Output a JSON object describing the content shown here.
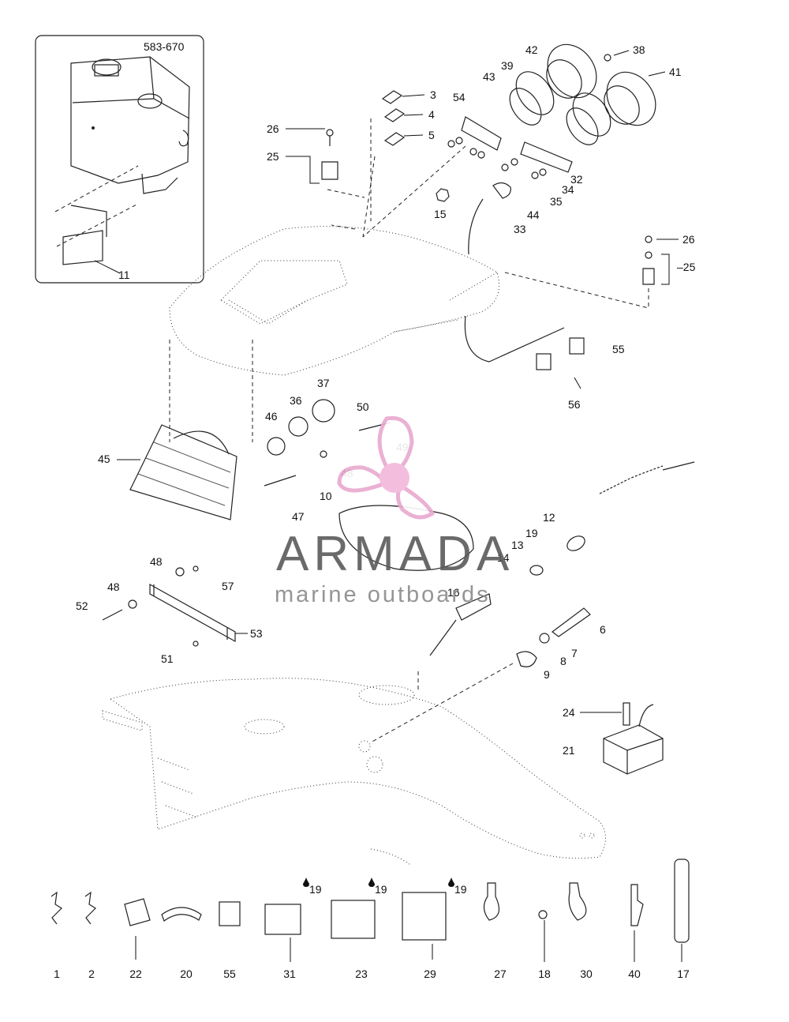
{
  "inset": {
    "code": "583-670",
    "label": "11"
  },
  "callouts": {
    "c38": "38",
    "c41": "41",
    "c42": "42",
    "c39": "39",
    "c43": "43",
    "c3": "3",
    "c4": "4",
    "c5": "5",
    "c54": "54",
    "c26a": "26",
    "c25a": "25",
    "c32": "32",
    "c34": "34",
    "c35": "35",
    "c15": "15",
    "c44": "44",
    "c33": "33",
    "c26b": "26",
    "c25b": "–25",
    "c55a": "55",
    "c56": "56",
    "c37": "37",
    "c36": "36",
    "c46": "46",
    "c50": "50",
    "c49": "49",
    "c45": "45",
    "c48a": "48",
    "c10": "10",
    "c47": "47",
    "c12": "12",
    "c19a": "19",
    "c13": "13",
    "c14": "14",
    "c16": "16",
    "c6": "6",
    "c7": "7",
    "c8": "8",
    "c9": "9",
    "c48b": "48",
    "c57": "57",
    "c48c": "48",
    "c52": "52",
    "c53": "53",
    "c51": "51",
    "c24": "24",
    "c21": "21"
  },
  "bottom_row": [
    {
      "id": "b1",
      "label": "1"
    },
    {
      "id": "b2",
      "label": "2"
    },
    {
      "id": "b22",
      "label": "22"
    },
    {
      "id": "b20",
      "label": "20"
    },
    {
      "id": "b55",
      "label": "55"
    },
    {
      "id": "b31",
      "label": "31",
      "note": "19"
    },
    {
      "id": "b23",
      "label": "23",
      "note": "19"
    },
    {
      "id": "b29",
      "label": "29",
      "note": "19"
    },
    {
      "id": "b27",
      "label": "27"
    },
    {
      "id": "b18",
      "label": "18"
    },
    {
      "id": "b30",
      "label": "30"
    },
    {
      "id": "b40",
      "label": "40"
    },
    {
      "id": "b17",
      "label": "17"
    }
  ],
  "watermark": {
    "brand": "ARMADA",
    "tagline": "marine outboards",
    "color": "#e8a9cf",
    "accent": "#f2b8db"
  }
}
